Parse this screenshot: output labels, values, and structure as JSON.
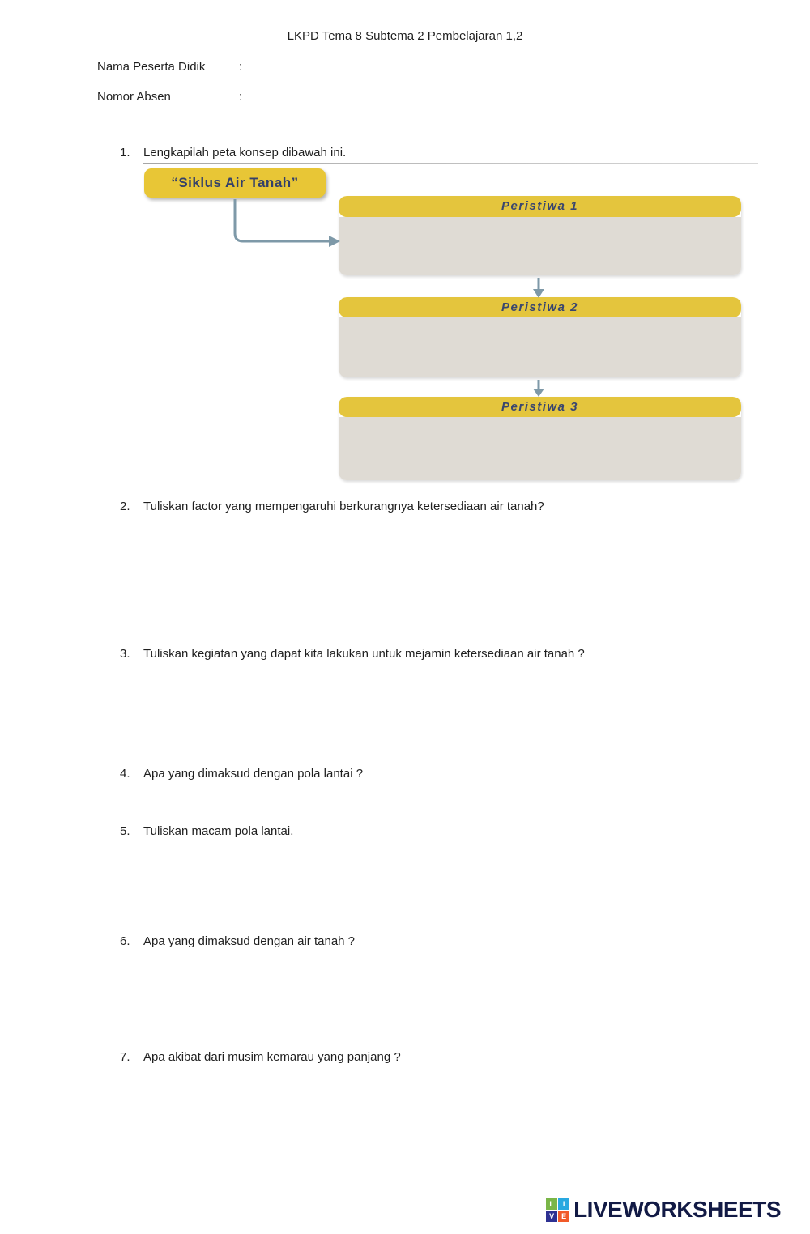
{
  "page": {
    "title": "LKPD Tema 8 Subtema 2 Pembelajaran 1,2"
  },
  "student_fields": [
    {
      "label": "Nama Peserta Didik",
      "colon": ":",
      "value": ""
    },
    {
      "label": "Nomor Absen",
      "colon": ":",
      "value": ""
    }
  ],
  "questions": [
    {
      "number": "1.",
      "text": "Lengkapilah peta konsep dibawah ini."
    },
    {
      "number": "2.",
      "text": "Tuliskan factor yang mempengaruhi berkurangnya ketersediaan air tanah?"
    },
    {
      "number": "3.",
      "text": "Tuliskan kegiatan yang dapat kita lakukan untuk mejamin ketersediaan air tanah ?"
    },
    {
      "number": "4.",
      "text": "Apa yang dimaksud dengan pola lantai ?"
    },
    {
      "number": "5.",
      "text": "Tuliskan macam pola lantai."
    },
    {
      "number": "6.",
      "text": "Apa yang dimaksud dengan air tanah ?"
    },
    {
      "number": "7.",
      "text": "Apa akibat dari musim kemarau yang panjang ?"
    }
  ],
  "concept_map": {
    "root_label": "“Siklus Air Tanah”",
    "nodes": [
      {
        "title": "Peristiwa 1",
        "answer": ""
      },
      {
        "title": "Peristiwa 2",
        "answer": ""
      },
      {
        "title": "Peristiwa 3",
        "answer": ""
      }
    ],
    "colors": {
      "header_yellow": "#e4c53d",
      "root_yellow": "#e8c636",
      "body_beige": "#dfdbd4",
      "title_navy": "#39466f",
      "arrow": "#7e99a8"
    }
  },
  "footer": {
    "brand": "LIVEWORKSHEETS",
    "brand_color": "#121a45",
    "logo_squares": [
      {
        "letter": "L",
        "color": "#7ab648"
      },
      {
        "letter": "I",
        "color": "#29a8e0"
      },
      {
        "letter": "V",
        "color": "#2e3192"
      },
      {
        "letter": "E",
        "color": "#f15a29"
      }
    ]
  }
}
